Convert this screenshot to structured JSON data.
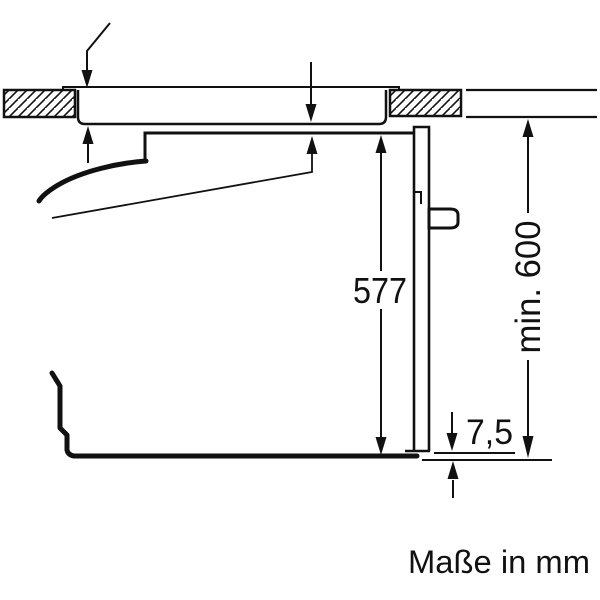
{
  "diagram": {
    "labels": {
      "dim_oven_height": "577",
      "dim_min_clearance": "min. 600",
      "dim_door_gap": "7,5",
      "units_note": "Maße in mm"
    },
    "colors": {
      "ink": "#111111",
      "paper": "#ffffff"
    }
  }
}
